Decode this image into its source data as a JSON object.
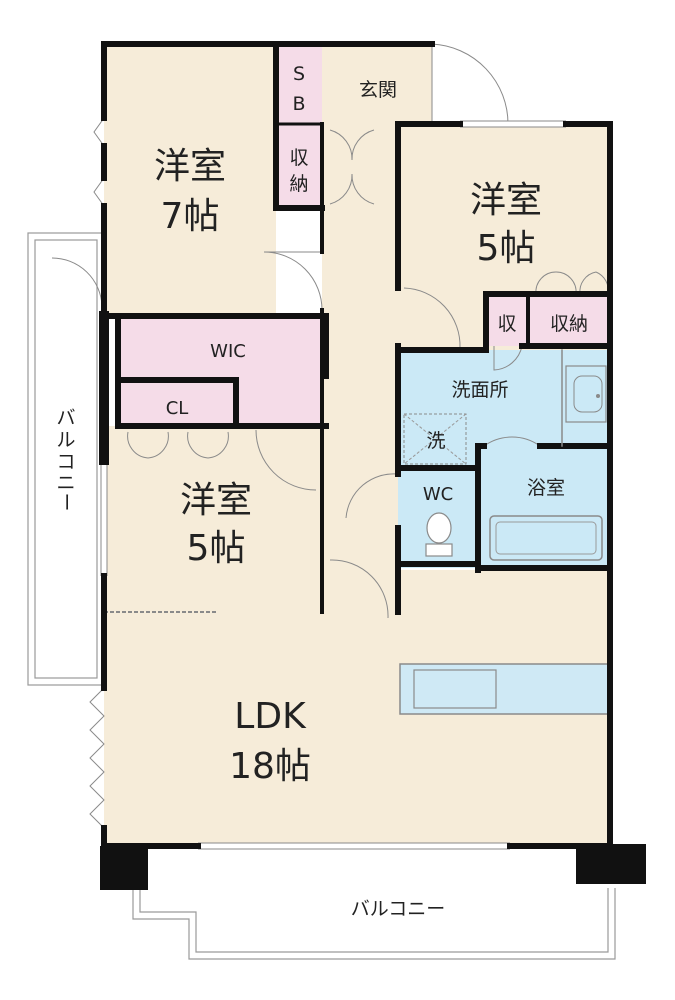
{
  "colors": {
    "room": "#f6ecd9",
    "storage": "#f5dce8",
    "wet": "#cbe9f6",
    "wall": "#111111",
    "fixture": "#cfe9f5"
  },
  "rooms": {
    "room7": {
      "name": "洋室",
      "size": "7帖"
    },
    "room5a": {
      "name": "洋室",
      "size": "5帖"
    },
    "room5b": {
      "name": "洋室",
      "size": "5帖"
    },
    "ldk": {
      "name": "LDK",
      "size": "18帖"
    }
  },
  "labels": {
    "sb_top": "S",
    "sb_bottom": "B",
    "entrance": "玄関",
    "storage_v_top": "収",
    "storage_v_bottom": "納",
    "storage_small": "収",
    "storage_wide": "収納",
    "wic": "WIC",
    "cl": "CL",
    "washroom": "洗面所",
    "washer": "洗",
    "wc": "WC",
    "bathroom": "浴室",
    "balcony_side": [
      "バ",
      "ル",
      "コ",
      "ニ",
      "ー"
    ],
    "balcony_bottom": "バルコニー"
  }
}
